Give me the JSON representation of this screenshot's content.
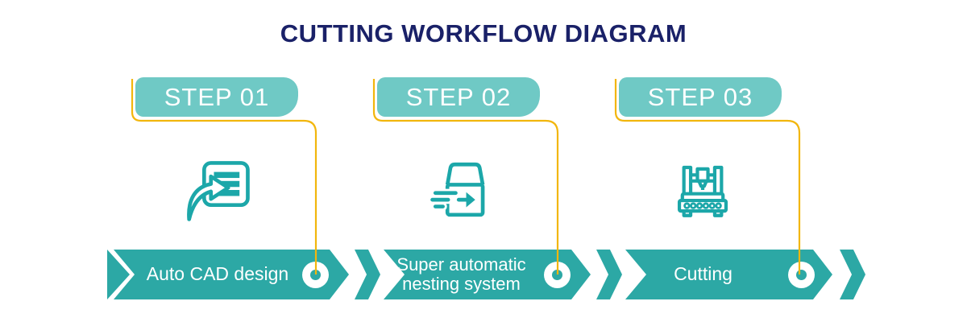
{
  "title": "CUTTING WORKFLOW DIAGRAM",
  "colors": {
    "teal_dark": "#2CA8A5",
    "teal_light": "#6FC9C5",
    "icon_teal": "#1CA7A9",
    "gold_line": "#F2B60D",
    "title_navy": "#1A2168",
    "text_on_teal": "#FFFFFF"
  },
  "steps": [
    {
      "label": "STEP 01",
      "banner_lines": [
        "Auto CAD design"
      ],
      "icon": "cad-import-icon"
    },
    {
      "label": "STEP 02",
      "banner_lines": [
        "Super automatic",
        "nesting system"
      ],
      "icon": "nesting-box-icon"
    },
    {
      "label": "STEP 03",
      "banner_lines": [
        "Cutting"
      ],
      "icon": "cnc-machine-icon"
    }
  ]
}
